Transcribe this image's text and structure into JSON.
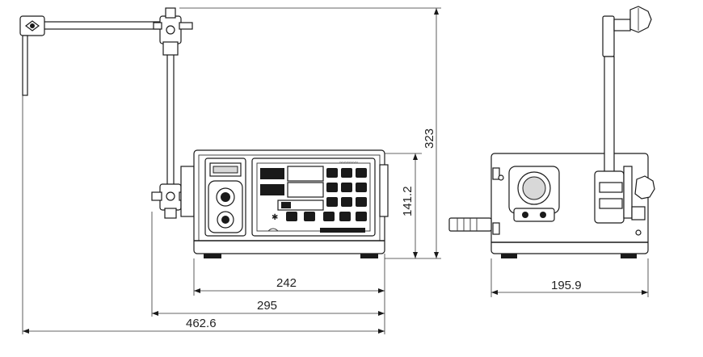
{
  "drawing": {
    "front_view": {
      "dimensions": {
        "body_width": "242",
        "with_arm_width": "295",
        "overall_width": "462.6",
        "body_height": "141.2",
        "overall_height": "323"
      }
    },
    "side_view": {
      "dimensions": {
        "depth": "195.9"
      }
    },
    "colors": {
      "line": "#1a1a1a",
      "background": "#ffffff"
    }
  }
}
